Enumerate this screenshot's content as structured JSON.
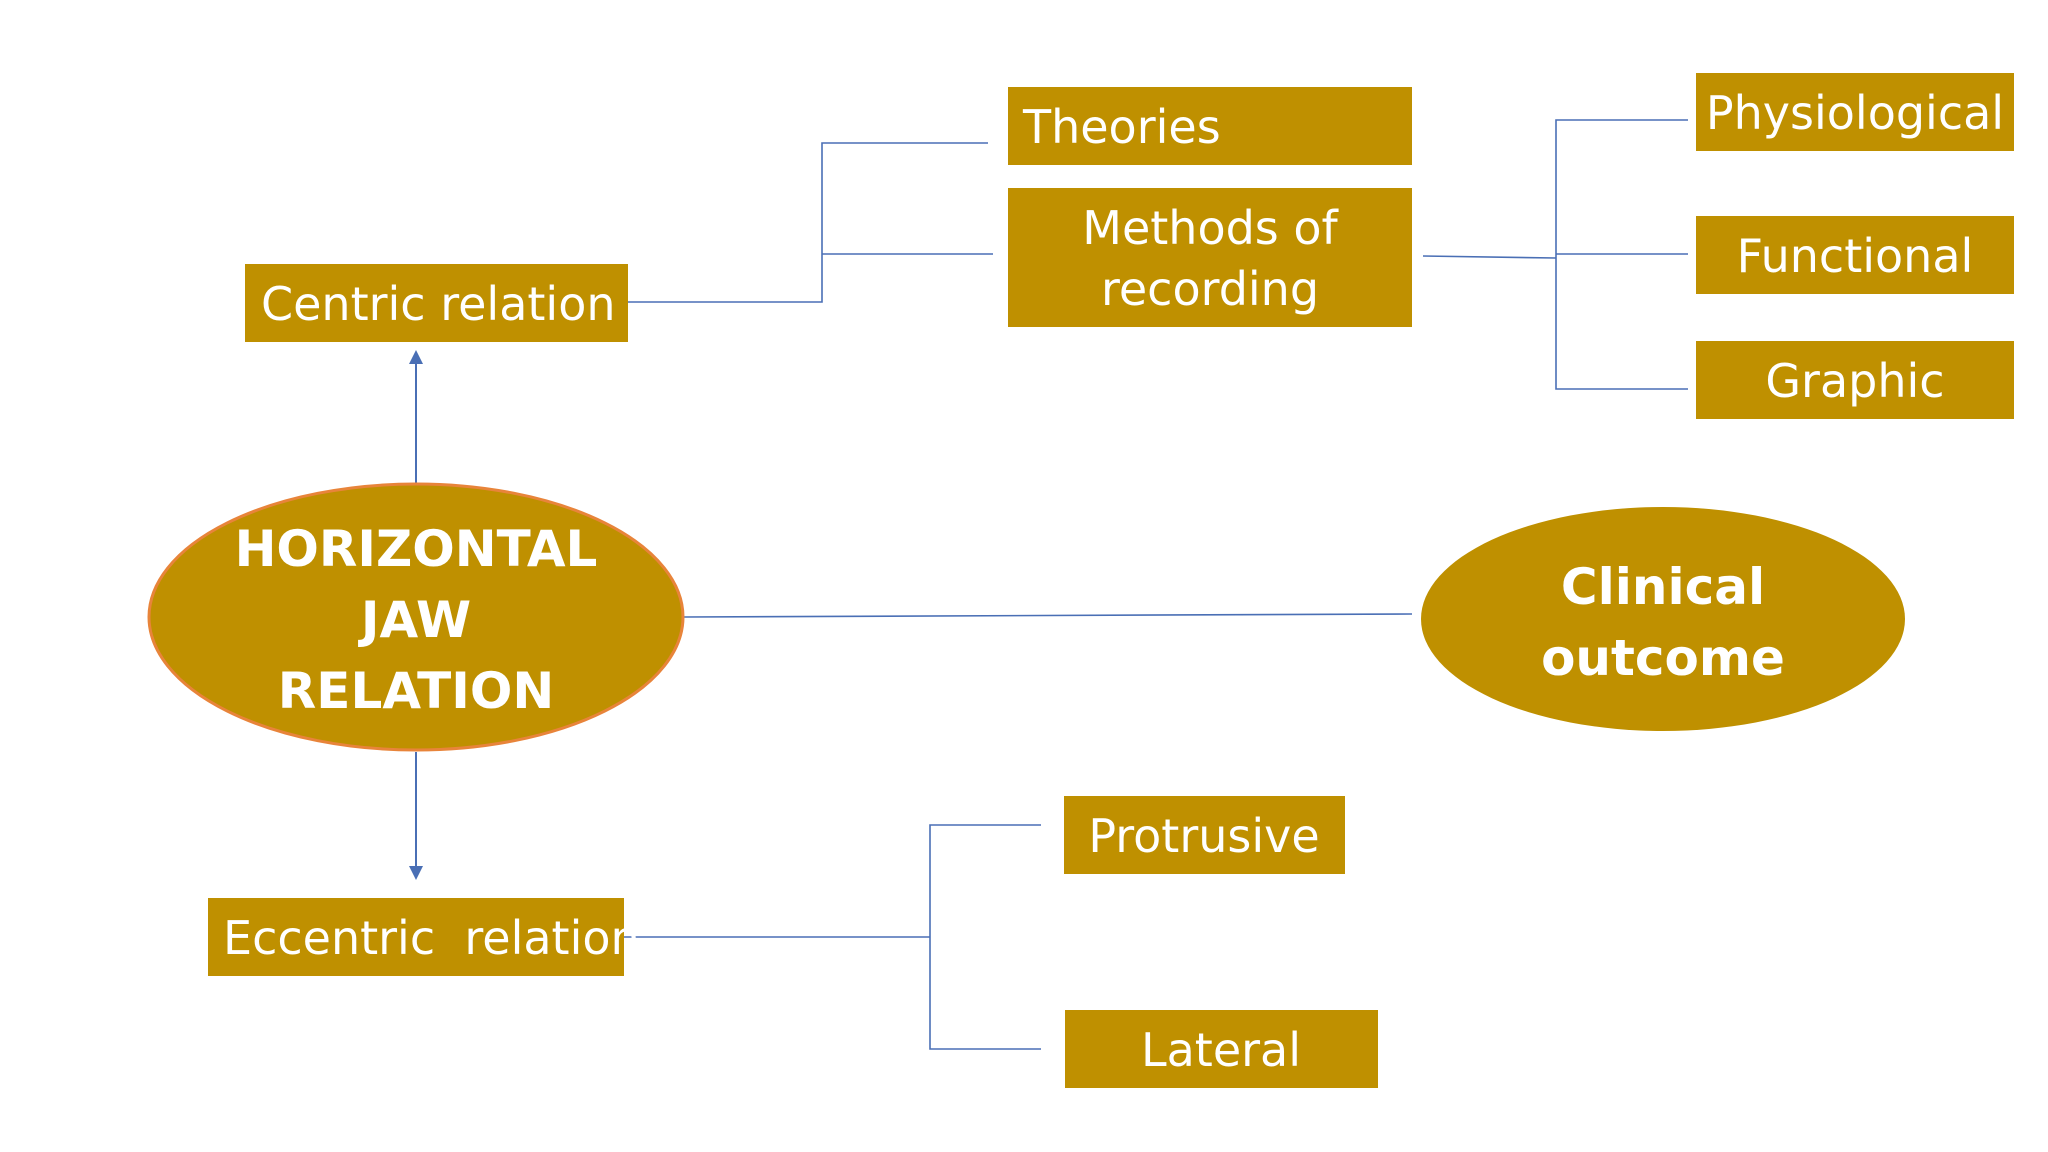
{
  "colors": {
    "node_fill": "#BF9000",
    "node_text": "#FFFFFF",
    "connector": "#4A6FB5",
    "ellipse_outline": "#E8843A",
    "background": "#FFFFFF"
  },
  "center": {
    "lines": [
      "HORIZONTAL",
      "JAW",
      "RELATION"
    ]
  },
  "outcome": {
    "lines": [
      "Clinical",
      "outcome"
    ]
  },
  "centric_relation": {
    "label": "Centric relation"
  },
  "eccentric_relation": {
    "label": "Eccentric  relation"
  },
  "theories": {
    "label": "Theories"
  },
  "methods_of_recording": {
    "lines": [
      "Methods of",
      "recording"
    ]
  },
  "methods": {
    "physiological": "Physiological",
    "functional": "Functional",
    "graphic": "Graphic"
  },
  "eccentric_types": {
    "protrusive": "Protrusive",
    "lateral": "Lateral"
  }
}
